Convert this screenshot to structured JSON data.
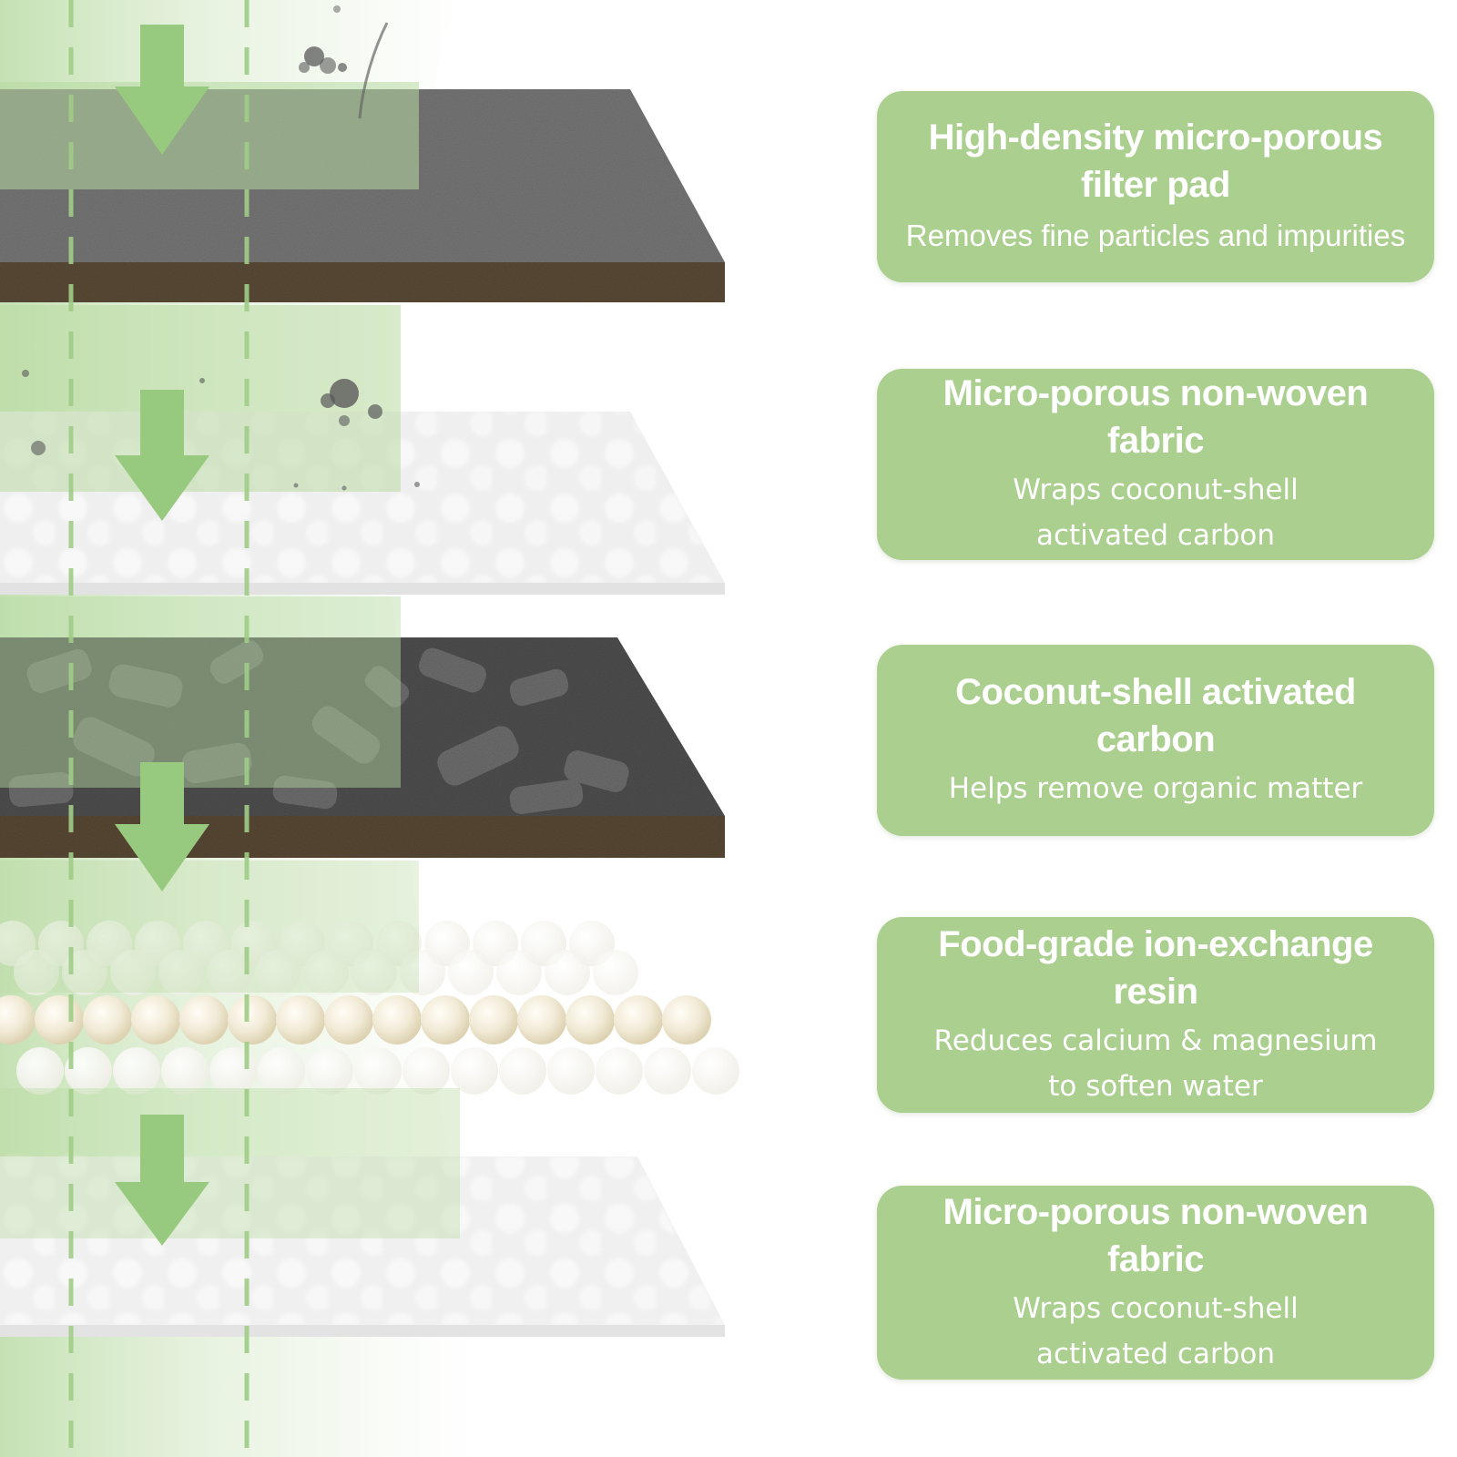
{
  "layers": [
    {
      "title_lines": [
        "High-density micro-porous",
        "filter pad"
      ],
      "description_lines": [
        "Removes fine particles and impurities"
      ],
      "material": "grey-fiber-pad"
    },
    {
      "title_lines": [
        "Micro-porous non-woven fabric"
      ],
      "description_lines": [
        "Wraps coconut-shell",
        "activated carbon"
      ],
      "material": "white-non-woven"
    },
    {
      "title_lines": [
        "Coconut-shell activated carbon"
      ],
      "description_lines": [
        "Helps remove organic matter"
      ],
      "material": "activated-carbon-granules"
    },
    {
      "title_lines": [
        "Food-grade ion-exchange resin"
      ],
      "description_lines": [
        "Reduces calcium & magnesium",
        "to soften water"
      ],
      "material": "resin-beads"
    },
    {
      "title_lines": [
        "Micro-porous non-woven fabric"
      ],
      "description_lines": [
        "Wraps coconut-shell",
        "activated carbon"
      ],
      "material": "white-non-woven"
    }
  ],
  "flow": {
    "direction": "downward",
    "arrow_icon": "down-arrow-icon",
    "count": 4
  },
  "colors": {
    "card_background": "#abcf8e",
    "card_text": "#ffffff",
    "arrow": "#9fcc86",
    "flow_green": "#b5d9a0",
    "dashed_guide": "#9fcc86",
    "carbon_grey": "#5b5b5b",
    "pad_base_brown": "#5a4a36",
    "fabric_white": "#f2f2f2",
    "resin_bead": "#efe6cf"
  }
}
